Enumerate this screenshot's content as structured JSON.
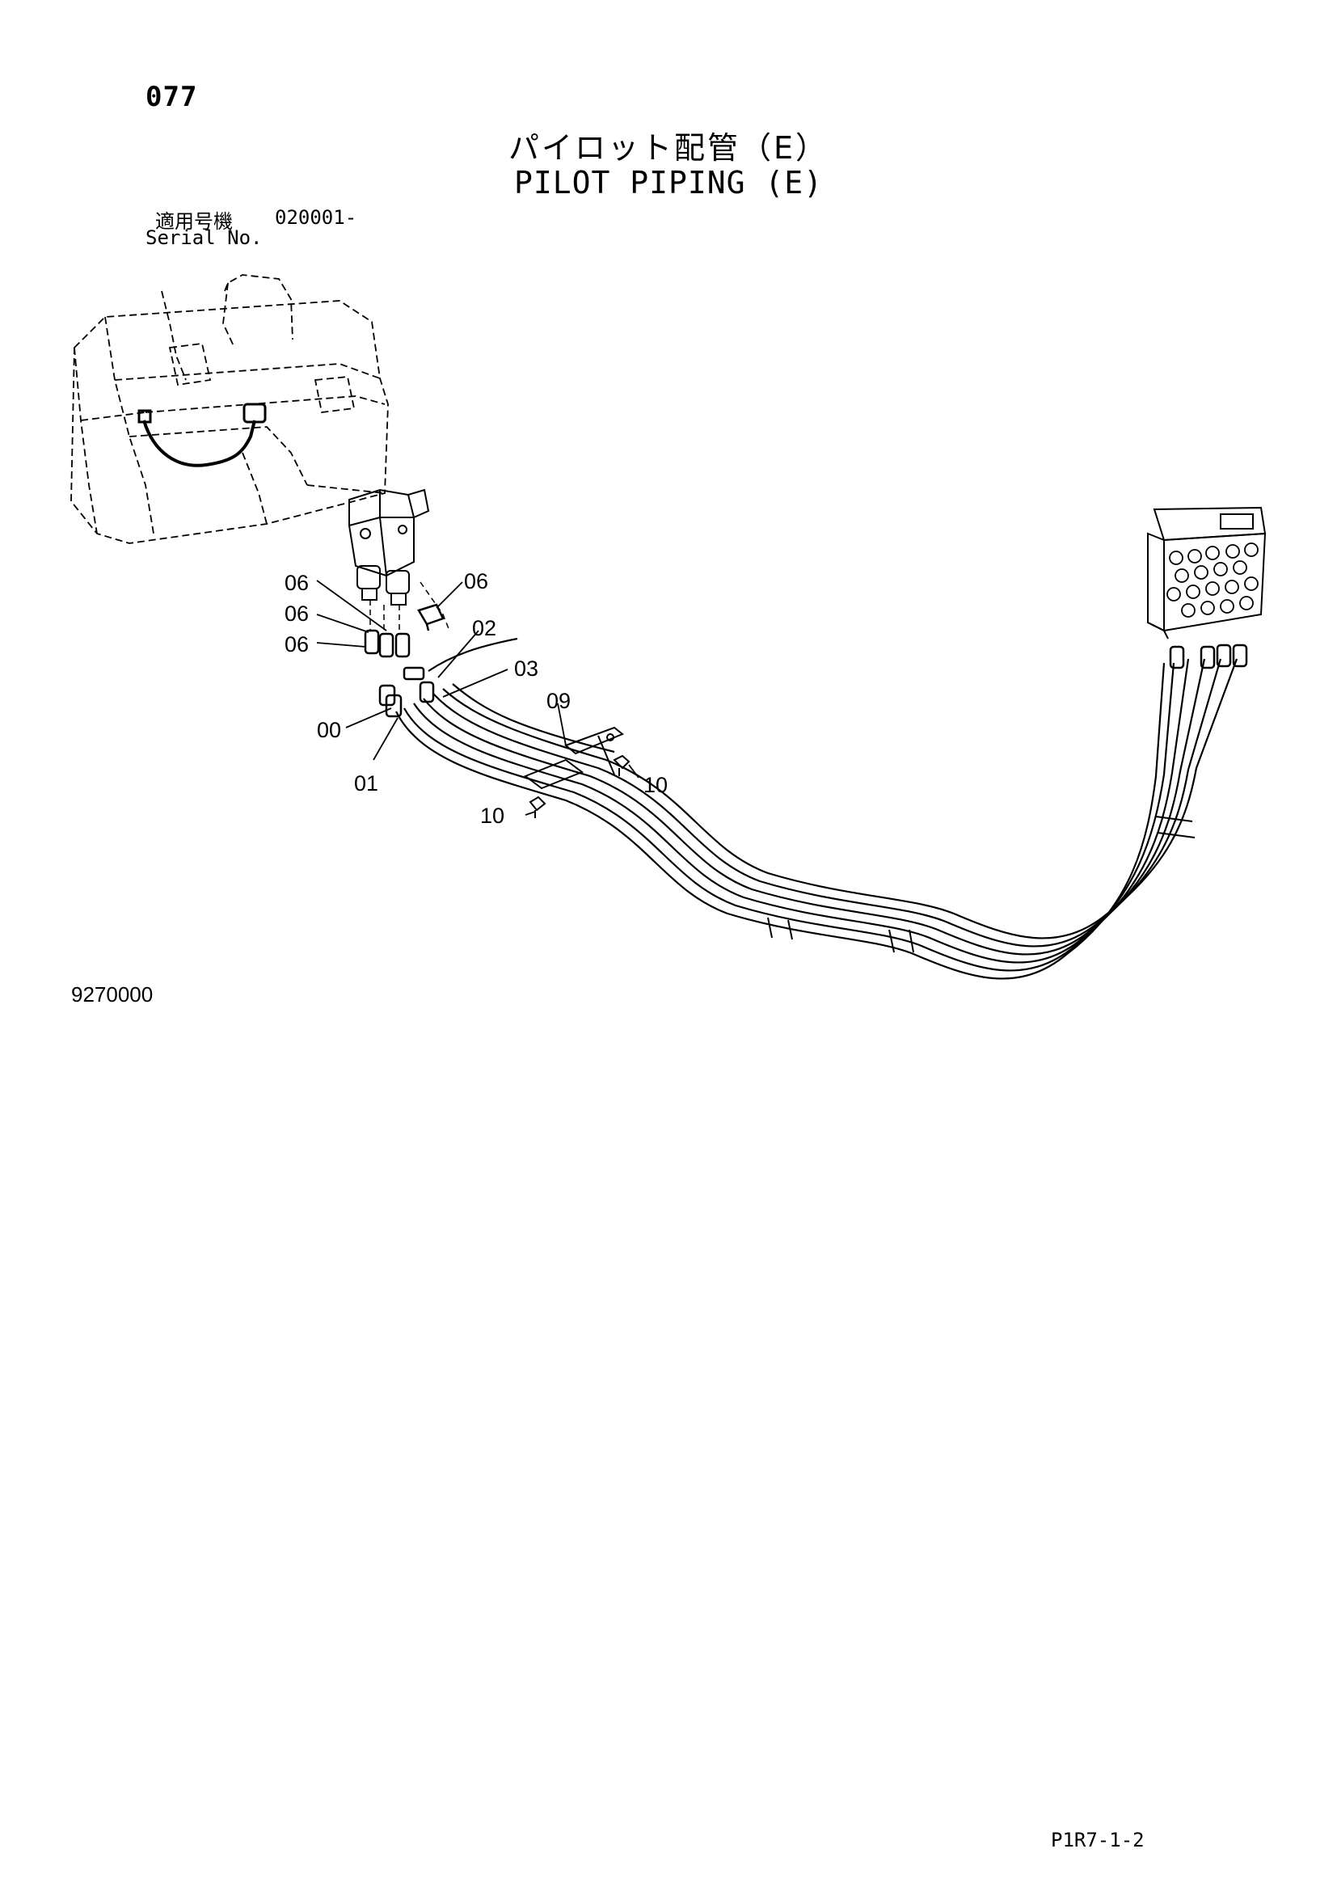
{
  "header": {
    "page_number": "077",
    "title_jp": "パイロット配管（E）",
    "title_en": "PILOT PIPING (E)"
  },
  "serial": {
    "label_jp": "適用号機",
    "label_en": "Serial No.",
    "value": "020001-"
  },
  "callouts": [
    {
      "id": "c06a",
      "label": "06"
    },
    {
      "id": "c06b",
      "label": "06"
    },
    {
      "id": "c06c",
      "label": "06"
    },
    {
      "id": "c06d",
      "label": "06"
    },
    {
      "id": "c02",
      "label": "02"
    },
    {
      "id": "c03",
      "label": "03"
    },
    {
      "id": "c09",
      "label": "09"
    },
    {
      "id": "c00",
      "label": "00"
    },
    {
      "id": "c01",
      "label": "01"
    },
    {
      "id": "c10a",
      "label": "10"
    },
    {
      "id": "c10b",
      "label": "10"
    }
  ],
  "footer": {
    "drawing_code": "9270000",
    "sheet_ref": "P1R7-1-2"
  }
}
